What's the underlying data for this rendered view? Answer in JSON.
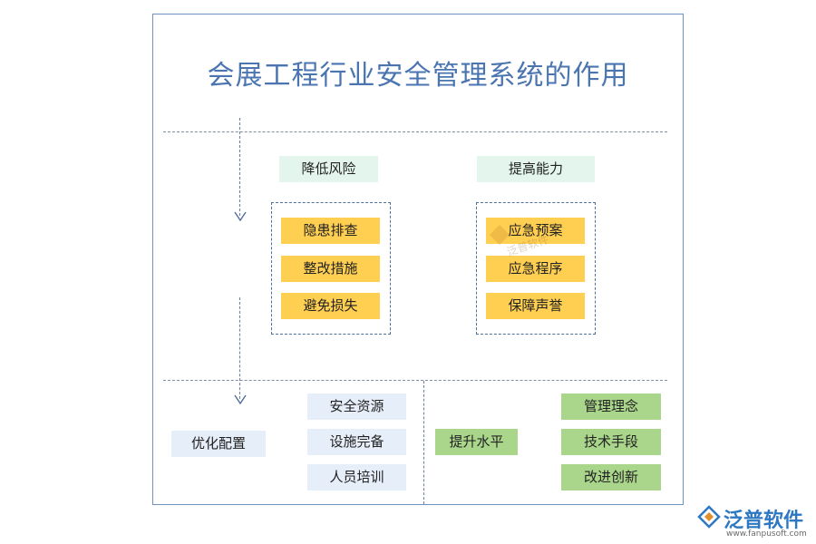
{
  "title": "会展工程行业安全管理系统的作用",
  "top_section": {
    "left": {
      "header": "降低风险",
      "items": [
        "隐患排查",
        "整改措施",
        "避免损失"
      ]
    },
    "right": {
      "header": "提高能力",
      "items": [
        "应急预案",
        "应急程序",
        "保障声誉"
      ]
    }
  },
  "bottom_section": {
    "left_label": "优化配置",
    "left_items": [
      "安全资源",
      "设施完备",
      "人员培训"
    ],
    "right_label": "提升水平",
    "right_items": [
      "管理理念",
      "技术手段",
      "改进创新"
    ]
  },
  "logo": {
    "name": "泛普软件",
    "url": "www.fanpusoft.com"
  },
  "watermark": {
    "text": "泛普软件"
  },
  "colors": {
    "title": "#4a75b0",
    "mint": "#e4f5ee",
    "yellow": "#ffcf52",
    "light_blue": "#e6eef9",
    "green": "#a9d68a",
    "logo": "#2e78c2"
  }
}
